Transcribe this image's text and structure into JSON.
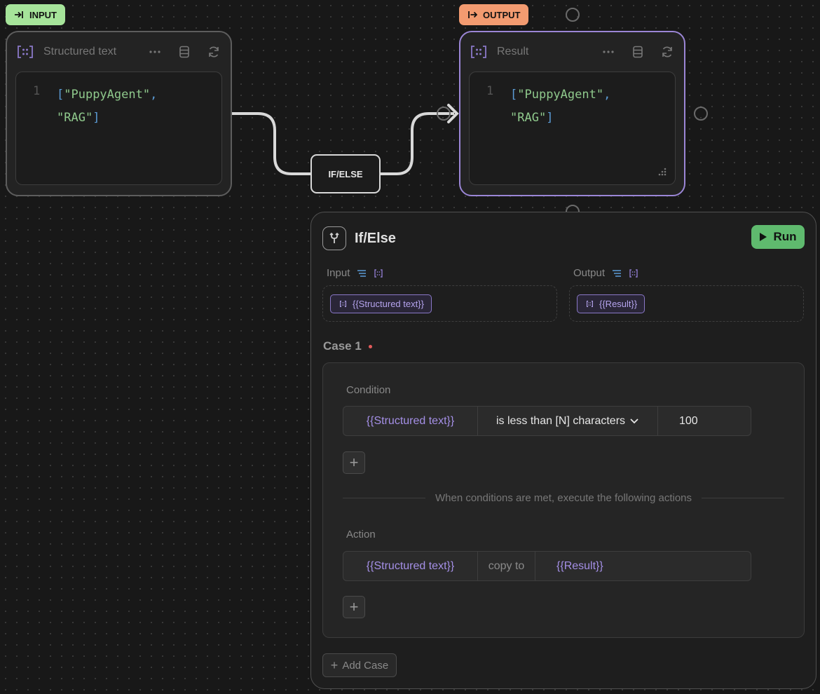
{
  "input_node": {
    "tag": "INPUT",
    "title": "Structured text",
    "line_number": "1",
    "code": {
      "open": "[",
      "item1": "\"PuppyAgent\"",
      "sep": ",",
      "item2": "\"RAG\"",
      "close": "]"
    }
  },
  "output_node": {
    "tag": "OUTPUT",
    "title": "Result",
    "line_number": "1",
    "code": {
      "open": "[",
      "item1": "\"PuppyAgent\"",
      "sep": ",",
      "item2": "\"RAG\"",
      "close": "]"
    }
  },
  "edge_node": {
    "label": "IF/ELSE"
  },
  "panel": {
    "title": "If/Else",
    "run_label": "Run",
    "input_label": "Input",
    "output_label": "Output",
    "input_chip": "{{Structured text}}",
    "output_chip": "{{Result}}",
    "case_title": "Case 1",
    "condition_label": "Condition",
    "condition": {
      "variable": "{{Structured text}}",
      "operator": "is less than [N] characters",
      "value": "100"
    },
    "divider_text": "When conditions are met, execute the following actions",
    "action_label": "Action",
    "action": {
      "source": "{{Structured text}}",
      "verb": "copy to",
      "target": "{{Result}}"
    },
    "add_icon": "+",
    "add_case_label": "Add Case"
  },
  "colors": {
    "input_tag": "#a6e49a",
    "output_tag": "#f39b70",
    "output_border": "#9b86d6",
    "run_button": "#5fba6e",
    "variable": "#a48fe6"
  }
}
